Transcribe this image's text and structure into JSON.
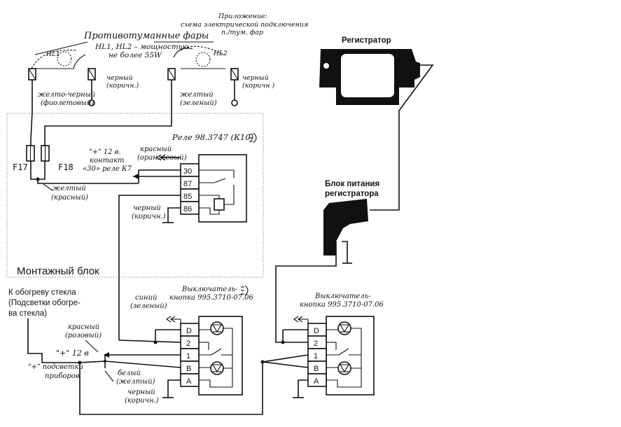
{
  "appendix": [
    "Приложение:",
    "схема электрической подключения",
    "п./тум. фар"
  ],
  "fog_lights": {
    "title": "Противотуманные фары",
    "power_note": [
      "HL1, HL2 – мощностью",
      "не более 55W"
    ],
    "lamp1": "HL1",
    "lamp2": "HL2"
  },
  "wires": {
    "black_brown_1": [
      "черный",
      "(коричн.)"
    ],
    "yellow_black": [
      "желто-черный",
      "(фиолетовый)"
    ],
    "yellow_green": [
      "желтый",
      "(зеленый)"
    ],
    "black_brown_2": [
      "черный",
      "(коричн )"
    ],
    "yellow_red": [
      "желтый",
      "(красный)"
    ],
    "red_orange": [
      "красный",
      "(оранжевый)"
    ],
    "plus12_contact": [
      "\"+\" 12 в.",
      "контакт",
      "«30» реле К7"
    ],
    "black_brown_3": [
      "черный",
      "(коричн.)"
    ],
    "blue_green": [
      "синий",
      "(зеленый)"
    ],
    "red_pink": [
      "красный",
      "(розовый)"
    ],
    "plus12_switch": "\"+\" 12 в",
    "plus_backlight": [
      "\"+\" подсветки",
      "приборов"
    ],
    "white_yellow": [
      "белый",
      "(желтый)"
    ],
    "black_brown_4": [
      "черный",
      "(коричн.)"
    ]
  },
  "fuses": {
    "f17": "F17",
    "f18": "F18"
  },
  "relay": {
    "title": "Реле 98.3747 (К10)",
    "pins": [
      "30",
      "87",
      "85",
      "86"
    ]
  },
  "mount_block": "Монтажный блок",
  "glass_heating": [
    "К обогреву стекла",
    "(Подсветки обогре-",
    "ва стекла)"
  ],
  "switch1": {
    "title": [
      "Выключатель-",
      "кнопка 995.3710-07.06"
    ],
    "pins": [
      "D",
      "2",
      "1",
      "B",
      "A"
    ]
  },
  "switch2": {
    "title": [
      "Выключатель-",
      "кнопка 995.3710-07.06"
    ],
    "pins": [
      "D",
      "2",
      "1",
      "B",
      "A"
    ]
  },
  "registrar": {
    "label": "Регистратор"
  },
  "psu": {
    "label": [
      "Блок питания",
      "регистратора"
    ]
  }
}
